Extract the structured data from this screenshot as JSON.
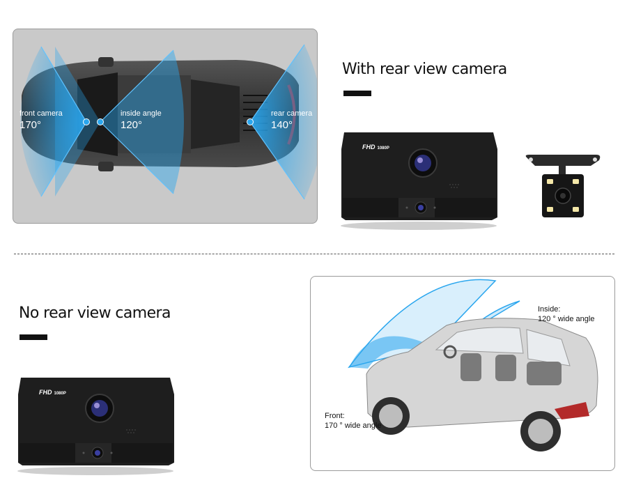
{
  "top_panel": {
    "front": {
      "label": "front camera",
      "angle": "170°"
    },
    "inside": {
      "label": "inside angle",
      "angle": "120°"
    },
    "rear": {
      "label": "rear camera",
      "angle": "140°"
    }
  },
  "with_rear": {
    "heading": "With rear view camera",
    "badge": "FHD",
    "resolution": "1080P"
  },
  "no_rear": {
    "heading": "No rear view camera",
    "badge": "FHD",
    "resolution": "1080P"
  },
  "bottom_panel": {
    "inside": {
      "line1": "Inside:",
      "line2": "120 ° wide angle"
    },
    "front": {
      "line1": "Front:",
      "line2": "170 ° wide angle"
    }
  },
  "colors": {
    "beam": "#2aa6ee",
    "panel_bg": "#c9c9c9",
    "device": "#1b1b1b",
    "accent": "#111111"
  }
}
